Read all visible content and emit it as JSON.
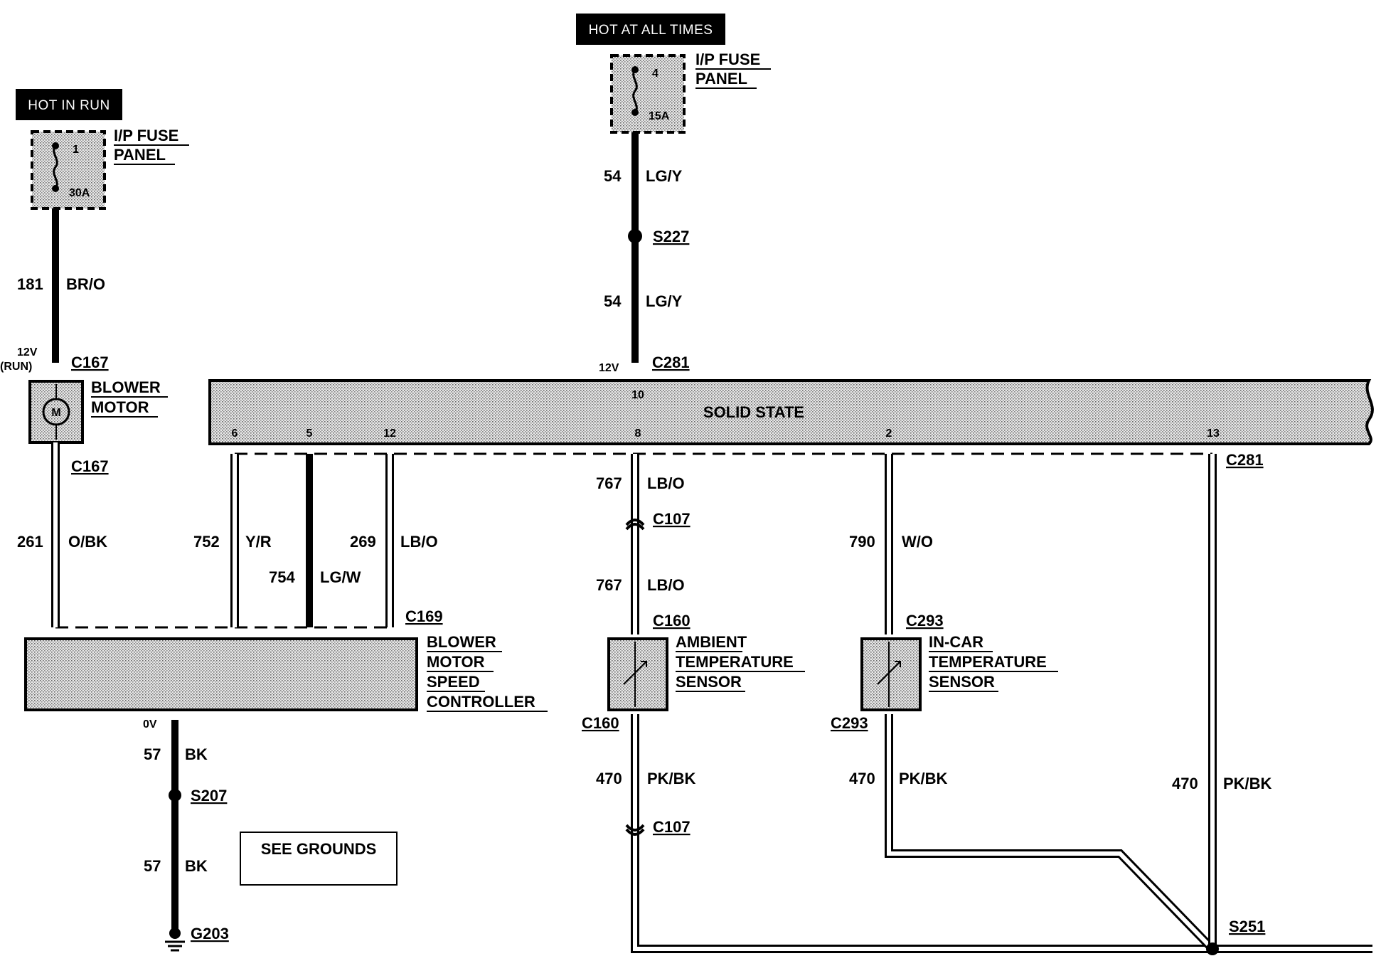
{
  "tags": {
    "hot_in_run": "HOT IN RUN",
    "hot_at_all_times": "HOT AT ALL TIMES"
  },
  "fuse_left": {
    "line1": "I/P FUSE",
    "line2": "PANEL",
    "fuse_no": "1",
    "rating": "30A"
  },
  "fuse_right": {
    "line1": "I/P FUSE",
    "line2": "PANEL",
    "fuse_no": "4",
    "rating": "15A"
  },
  "wires": {
    "w181": {
      "circuit": "181",
      "color": "BR/O"
    },
    "w54a": {
      "circuit": "54",
      "color": "LG/Y"
    },
    "w54b": {
      "circuit": "54",
      "color": "LG/Y"
    },
    "w261": {
      "circuit": "261",
      "color": "O/BK"
    },
    "w752": {
      "circuit": "752",
      "color": "Y/R"
    },
    "w754": {
      "circuit": "754",
      "color": "LG/W"
    },
    "w269": {
      "circuit": "269",
      "color": "LB/O"
    },
    "w767a": {
      "circuit": "767",
      "color": "LB/O"
    },
    "w767b": {
      "circuit": "767",
      "color": "LB/O"
    },
    "w790": {
      "circuit": "790",
      "color": "W/O"
    },
    "w57a": {
      "circuit": "57",
      "color": "BK"
    },
    "w57b": {
      "circuit": "57",
      "color": "BK"
    },
    "w470a": {
      "circuit": "470",
      "color": "PK/BK"
    },
    "w470b": {
      "circuit": "470",
      "color": "PK/BK"
    },
    "w470c": {
      "circuit": "470",
      "color": "PK/BK"
    }
  },
  "connectors": {
    "c167_top": "C167",
    "c167_bot": "C167",
    "c281_top": "C281",
    "c281_bot": "C281",
    "c169": "C169",
    "c107_a": "C107",
    "c107_b": "C107",
    "c160_top": "C160",
    "c160_bot": "C160",
    "c293_top": "C293",
    "c293_bot": "C293"
  },
  "splices": {
    "s227": "S227",
    "s207": "S207",
    "s251": "S251"
  },
  "ground": "G203",
  "voltages": {
    "v12_run_a": "12V",
    "v12_run_b": "(RUN)",
    "v12": "12V",
    "v0": "0V"
  },
  "components": {
    "blower_motor": {
      "line1": "BLOWER",
      "line2": "MOTOR",
      "symbol": "M"
    },
    "solid_state": "SOLID STATE",
    "speed_ctrl": {
      "line1": "BLOWER",
      "line2": "MOTOR",
      "line3": "SPEED",
      "line4": "CONTROLLER"
    },
    "ambient": {
      "line1": "AMBIENT",
      "line2": "TEMPERATURE",
      "line3": "SENSOR"
    },
    "incar": {
      "line1": "IN-CAR",
      "line2": "TEMPERATURE",
      "line3": "SENSOR"
    }
  },
  "pins": {
    "p10": "10",
    "p6": "6",
    "p5": "5",
    "p12": "12",
    "p8": "8",
    "p2": "2",
    "p13": "13"
  },
  "note": "SEE GROUNDS"
}
